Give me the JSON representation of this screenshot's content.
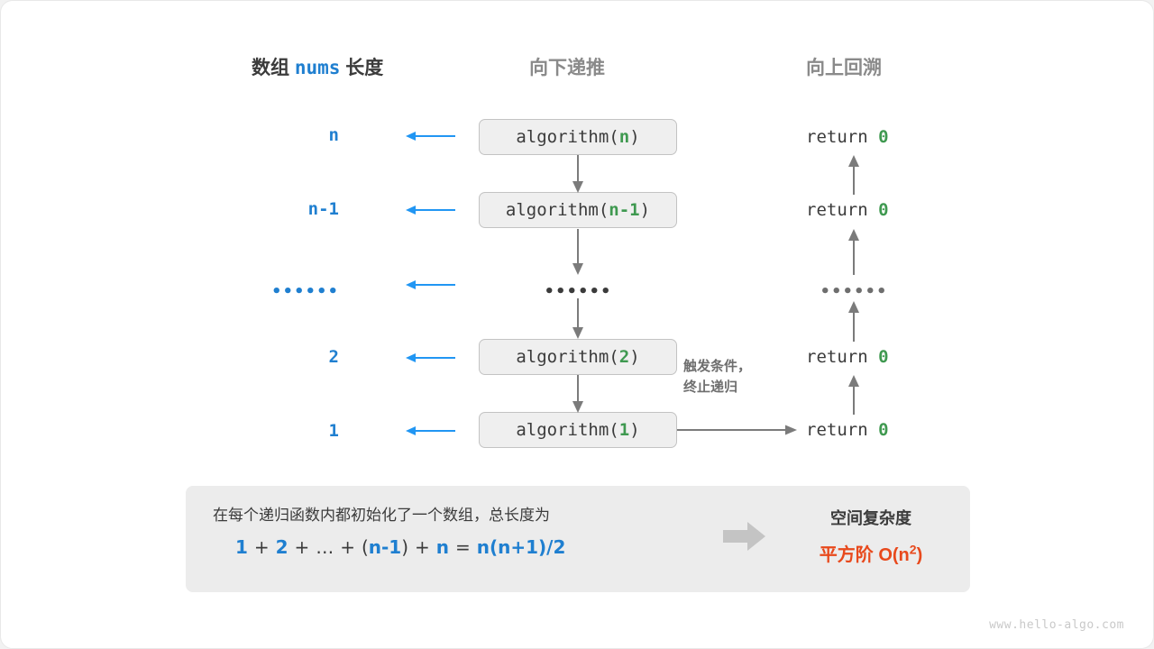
{
  "headers": {
    "left_prefix": "数组",
    "left_code": "nums",
    "left_suffix": "长度",
    "middle": "向下递推",
    "right": "向上回溯"
  },
  "colors": {
    "blue": "#1f7fd0",
    "green": "#3f9950",
    "gray": "#8a8a8a",
    "dark": "#3b3b3b",
    "orange": "#e8491c",
    "box_fill": "#efefef",
    "box_border": "#c3c3c3",
    "panel_fill": "#ececec",
    "arrow_blue": "#2196f3",
    "arrow_gray": "#7b7b7b"
  },
  "rows": [
    {
      "length": "n",
      "call_prefix": "algorithm(",
      "call_arg": "n",
      "call_suffix": ")",
      "return_text": "return ",
      "return_value": "0"
    },
    {
      "length": "n-1",
      "call_prefix": "algorithm(",
      "call_arg": "n-1",
      "call_suffix": ")",
      "return_text": "return ",
      "return_value": "0"
    },
    {
      "length": "……",
      "call_prefix": "",
      "call_arg": "",
      "call_suffix": "",
      "return_text": "",
      "return_value": ""
    },
    {
      "length": "2",
      "call_prefix": "algorithm(",
      "call_arg": "2",
      "call_suffix": ")",
      "return_text": "return ",
      "return_value": "0"
    },
    {
      "length": "1",
      "call_prefix": "algorithm(",
      "call_arg": "1",
      "call_suffix": ")",
      "return_text": "return ",
      "return_value": "0"
    }
  ],
  "ellipsis": "••••••",
  "annotation": {
    "line1": "触发条件，",
    "line2": "终止递归"
  },
  "summary": {
    "text": "在每个递归函数内都初始化了一个数组，总长度为",
    "formula": {
      "t1": "1",
      "p1": "+",
      "t2": "2",
      "p2": "+",
      "t3": "…",
      "p3": "+",
      "open": "(",
      "t4": "n-1",
      "close": ")",
      "p4": "+",
      "t5": "n",
      "eq": "=",
      "t6": "n(n+1)/2"
    },
    "right_title": "空间复杂度",
    "right_value_prefix": "平方阶  O(n",
    "right_value_sup": "2",
    "right_value_suffix": ")"
  },
  "watermark": "www.hello-algo.com"
}
